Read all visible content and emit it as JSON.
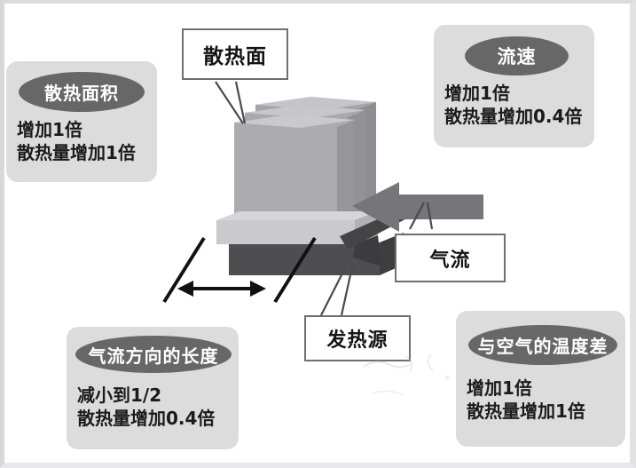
{
  "diagram": {
    "title_text": "散热面",
    "background_color": "#ffffff",
    "heatsink": {
      "fin_front_color": "#ababb0",
      "fin_top_color": "#c2c2c7",
      "fin_side_color": "#909095",
      "base_color": "#c9c9ce",
      "heat_source_block_color": "#4e4e50",
      "airflow_arrow_color": "#76767a"
    }
  },
  "callouts": [
    {
      "id": "heat-dissipation-area",
      "pill_label": "散热面积",
      "line1": "增加1倍",
      "line2": "散热量增加1倍"
    },
    {
      "id": "flow-speed",
      "pill_label": "流速",
      "line1": "增加1倍",
      "line2": "散热量增加0.4倍"
    },
    {
      "id": "airflow-direction-length",
      "pill_label": "气流方向的长度",
      "line1": "减小到1/2",
      "line2": "散热量增加0.4倍"
    },
    {
      "id": "temperature-difference-with-air",
      "pill_label": "与空气的温度差",
      "line1": "增加1倍",
      "line2": "散热量增加1倍"
    }
  ],
  "labels": [
    {
      "id": "heat-dissipation-surface",
      "text": "散热面"
    },
    {
      "id": "airflow",
      "text": "气流"
    },
    {
      "id": "heat-source",
      "text": "发热源"
    }
  ]
}
